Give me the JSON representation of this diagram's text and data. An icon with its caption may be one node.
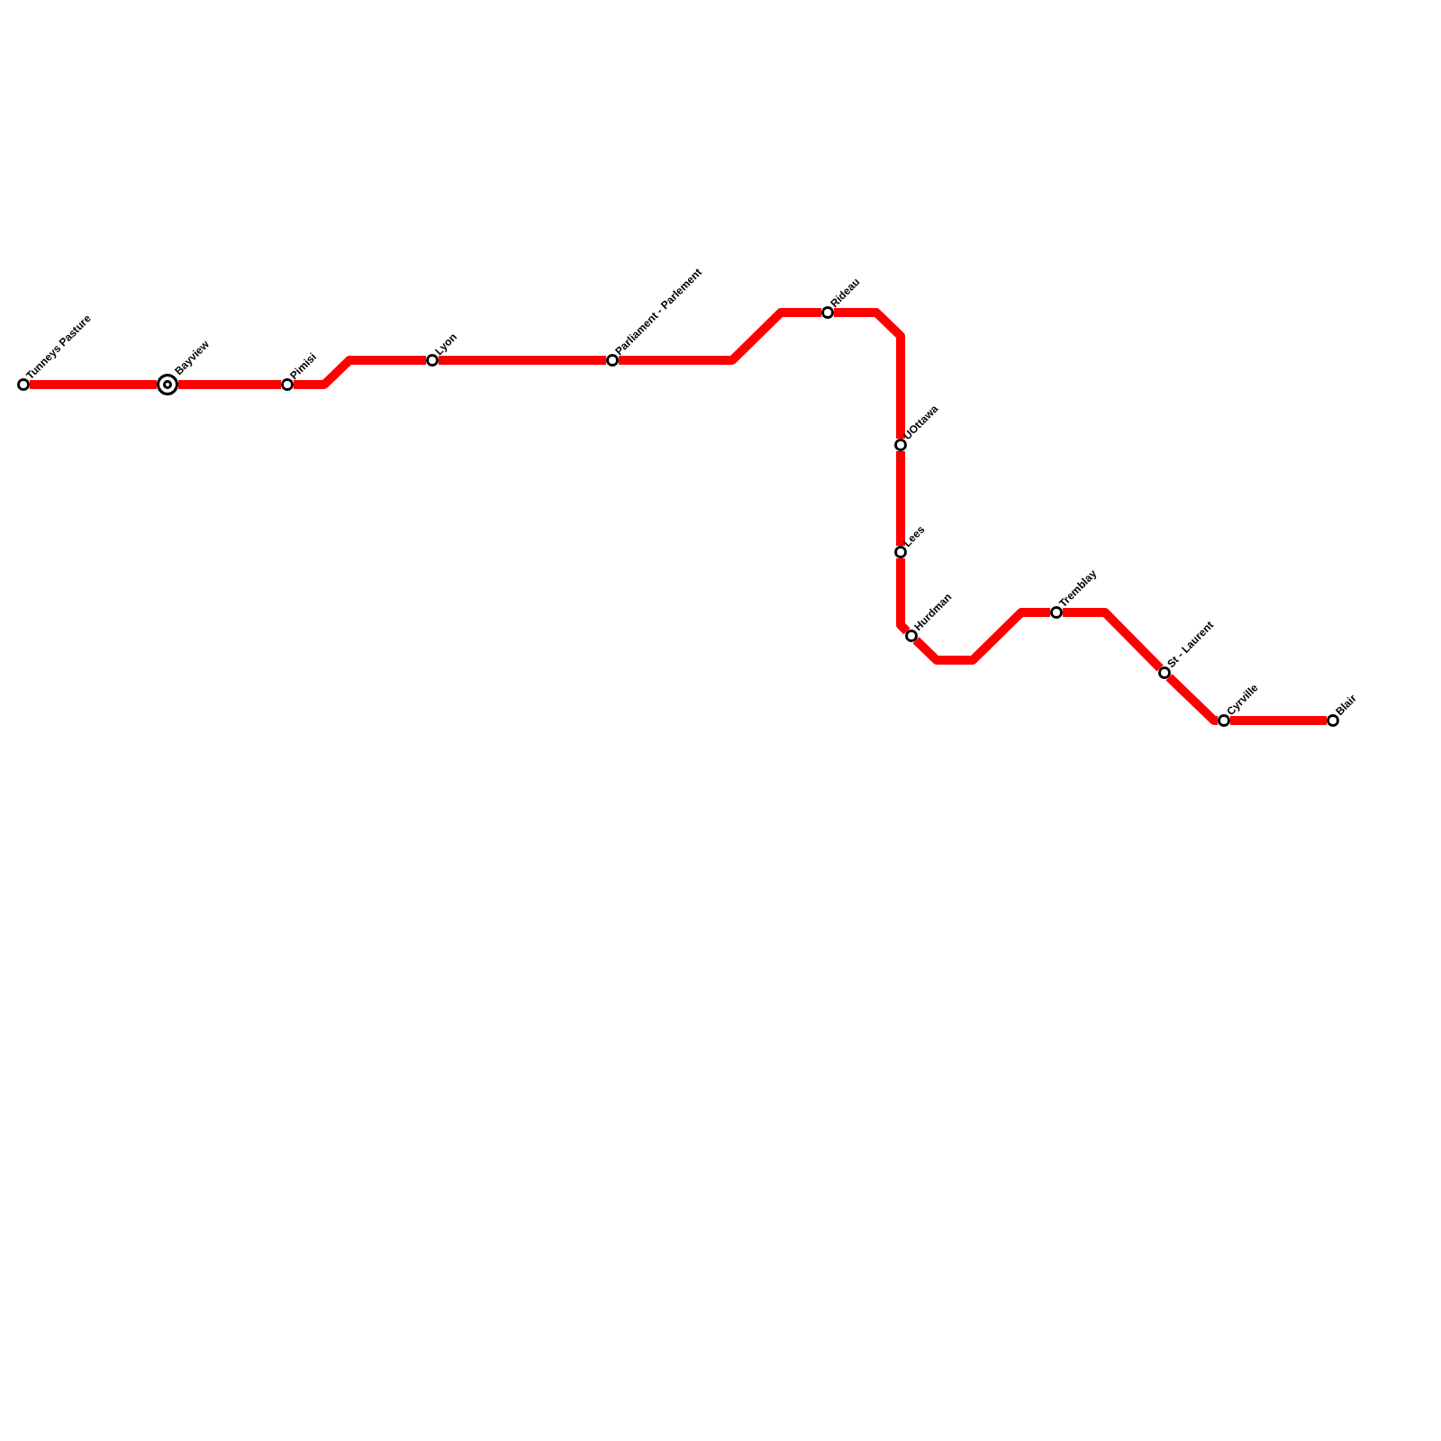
{
  "diagram": {
    "nodes": [
      {
        "text": [],
        "shape": "circle",
        "beside": [
          "Tunneys Pasture"
        ]
      },
      {
        "text": [],
        "shape": "ring",
        "beside": [
          "Bayview"
        ]
      },
      {
        "text": [],
        "shape": "circle",
        "beside": [
          "Pimisi"
        ]
      },
      {
        "text": [],
        "shape": "circle",
        "beside": [
          "Lyon"
        ]
      },
      {
        "text": [],
        "shape": "circle",
        "beside": [
          "Parliament - Parlement"
        ]
      },
      {
        "text": [],
        "shape": "circle",
        "beside": [
          "Rideau"
        ]
      },
      {
        "text": [],
        "shape": "circle",
        "beside": [
          "UOttawa"
        ]
      },
      {
        "text": [],
        "shape": "circle",
        "beside": [
          "Lees"
        ]
      },
      {
        "text": [],
        "shape": "circle",
        "beside": [
          "Hurdman"
        ]
      },
      {
        "text": [],
        "shape": "circle",
        "beside": [
          "Tremblay"
        ]
      },
      {
        "text": [],
        "shape": "circle",
        "beside": [
          "St - Laurent"
        ]
      },
      {
        "text": [],
        "shape": "circle",
        "beside": [
          "Cyrville"
        ]
      },
      {
        "text": [],
        "shape": "circle",
        "beside": [
          "Blair"
        ]
      }
    ],
    "edges": [
      {
        "from": 0,
        "to": 1,
        "arrow": "none"
      },
      {
        "from": 1,
        "to": 2,
        "arrow": "none"
      },
      {
        "from": 2,
        "to": 3,
        "arrow": "none"
      },
      {
        "from": 3,
        "to": 4,
        "arrow": "none"
      },
      {
        "from": 4,
        "to": 5,
        "arrow": "none"
      },
      {
        "from": 5,
        "to": 6,
        "arrow": "none"
      },
      {
        "from": 6,
        "to": 7,
        "arrow": "none"
      },
      {
        "from": 7,
        "to": 8,
        "arrow": "none"
      },
      {
        "from": 8,
        "to": 9,
        "arrow": "none"
      },
      {
        "from": 9,
        "to": 10,
        "arrow": "none"
      },
      {
        "from": 10,
        "to": 11,
        "arrow": "none"
      },
      {
        "from": 11,
        "to": 12,
        "arrow": "none"
      }
    ]
  }
}
